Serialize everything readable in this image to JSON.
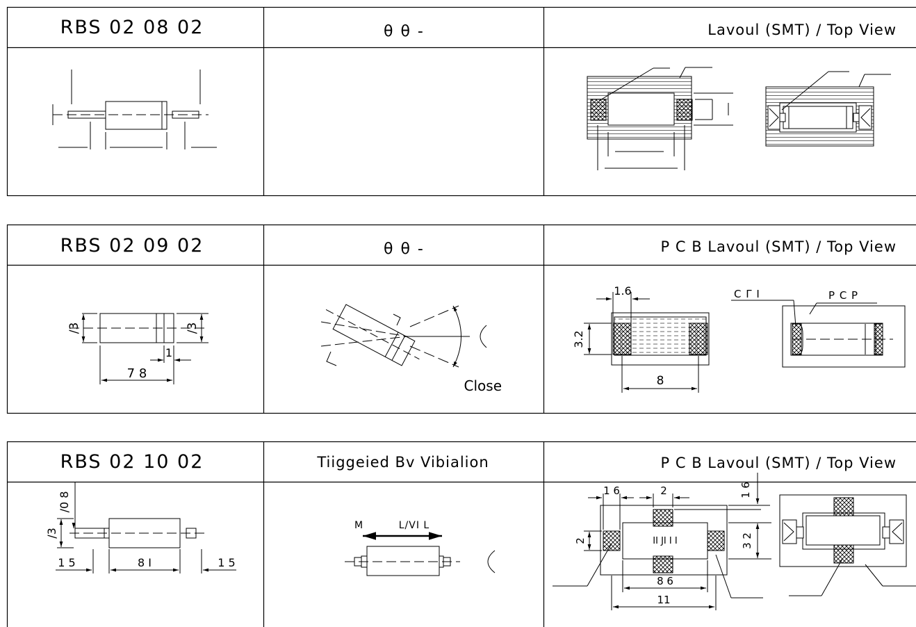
{
  "blocks": [
    {
      "model": "RBS 02 08 02",
      "middle_header": "θ     θ  -",
      "right_header": "Lavoul (SMT) / Top View"
    },
    {
      "model": "RBS 02 09 02",
      "middle_header": "θ     θ  -",
      "right_header": "P C B  Lavoul (SMT) / Top View",
      "dims": {
        "height_left": "/3",
        "height_right": "/3",
        "offset": "1",
        "length": "7 8",
        "pad_w": "1.6",
        "pad_h": "3.2",
        "span": "8"
      },
      "labels": {
        "state": "Close",
        "left_callout": "C  Γ  I",
        "right_callout": "P C P"
      }
    },
    {
      "model": "RBS 02 10 02",
      "middle_header": "Tiiggeied Bv Vibialion",
      "right_header": "P C B  Lavoul (SMT) / Top View",
      "dims": {
        "lead_top": "/0 8",
        "height": "/3",
        "lead_left": "1 5",
        "body": "8 I",
        "lead_right": "1 5",
        "pad_w": "1 6",
        "pad_gap": "2",
        "top_off": "1 6",
        "pad_h": "2",
        "right_h": "3 2",
        "inner_span": "8 6",
        "outer_span": "11",
        "inside_text": "II      JI  I  I"
      },
      "labels": {
        "m": "M",
        "mv": "L/VI  L"
      }
    }
  ]
}
